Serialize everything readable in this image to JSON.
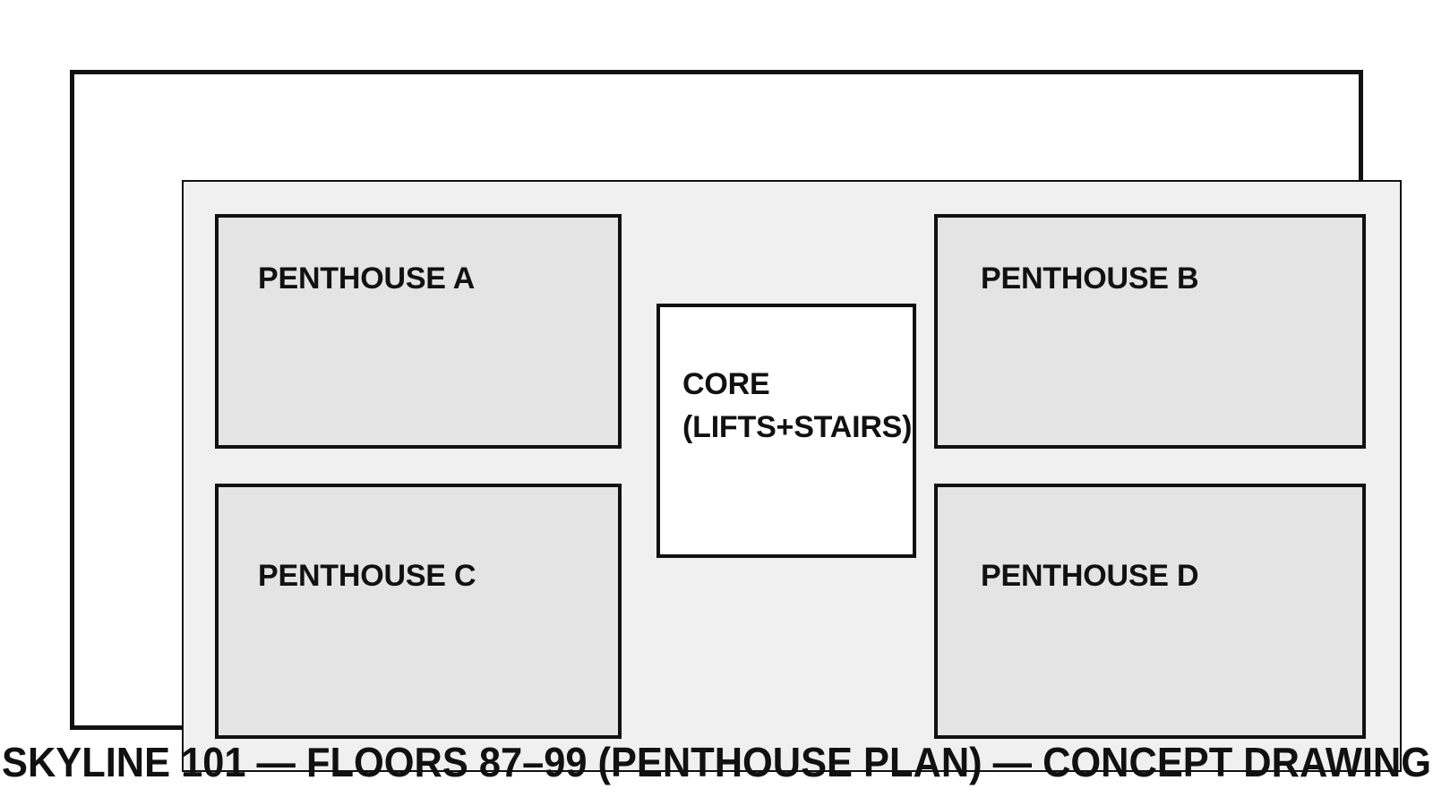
{
  "drawing": {
    "caption": "SKYLINE 101 — FLOORS 87–99 (PENTHOUSE PLAN) — CONCEPT DRAWING",
    "colors": {
      "page_background": "#ffffff",
      "frame_fill": "#ffffff",
      "slab_fill": "#f0f0f0",
      "unit_fill": "#e4e4e4",
      "core_fill": "#ffffff",
      "line": "#111111",
      "text": "#111111"
    }
  },
  "plan": {
    "units": [
      {
        "id": "a",
        "label": "PENTHOUSE A",
        "position": "top-left"
      },
      {
        "id": "b",
        "label": "PENTHOUSE B",
        "position": "top-right"
      },
      {
        "id": "c",
        "label": "PENTHOUSE C",
        "position": "bottom-left"
      },
      {
        "id": "d",
        "label": "PENTHOUSE D",
        "position": "bottom-right"
      }
    ],
    "core": {
      "line1": "CORE",
      "line2": "(LIFTS+STAIRS)"
    }
  }
}
